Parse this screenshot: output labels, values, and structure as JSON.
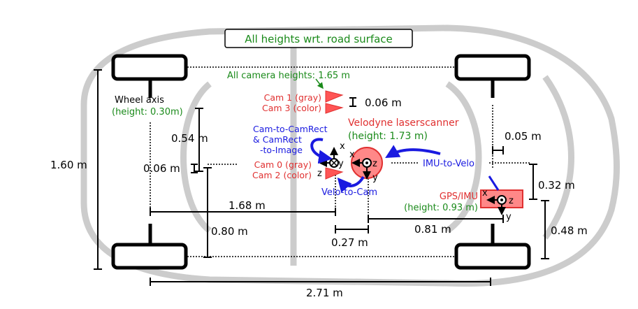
{
  "title": "All heights wrt. road surface",
  "labels": {
    "camera_heights": "All camera heights: 1.65 m",
    "cam1": "Cam 1 (gray)",
    "cam3": "Cam 3 (color)",
    "cam0": "Cam 0 (gray)",
    "cam2": "Cam 2 (color)",
    "velodyne": "Velodyne laserscanner",
    "velodyne_height": "(height: 1.73 m)",
    "gps": "GPS/IMU",
    "gps_height": "(height: 0.93 m)",
    "wheel_axis": "Wheel axis",
    "wheel_axis_height": "(height: 0.30m)",
    "cam_to_camrect_1": "Cam-to-CamRect",
    "cam_to_camrect_2": "& CamRect",
    "cam_to_camrect_3": "-to-Image",
    "velo_to_cam": "Velo-to-Cam",
    "imu_to_velo": "IMU-to-Velo"
  },
  "axes": {
    "x": "x",
    "y": "y",
    "z": "z"
  },
  "dimensions": {
    "d160": "1.60 m",
    "d054": "0.54 m",
    "d006a": "0.06 m",
    "d006b": "0.06 m",
    "d080": "0.80 m",
    "d168": "1.68 m",
    "d027": "0.27 m",
    "d081": "0.81 m",
    "d005": "0.05 m",
    "d032": "0.32 m",
    "d048": "0.48 m",
    "d271": "2.71 m"
  },
  "colors": {
    "sensor_red": "#e03030",
    "height_green": "#1a8a1a",
    "transform_blue": "#1a1ae0"
  }
}
